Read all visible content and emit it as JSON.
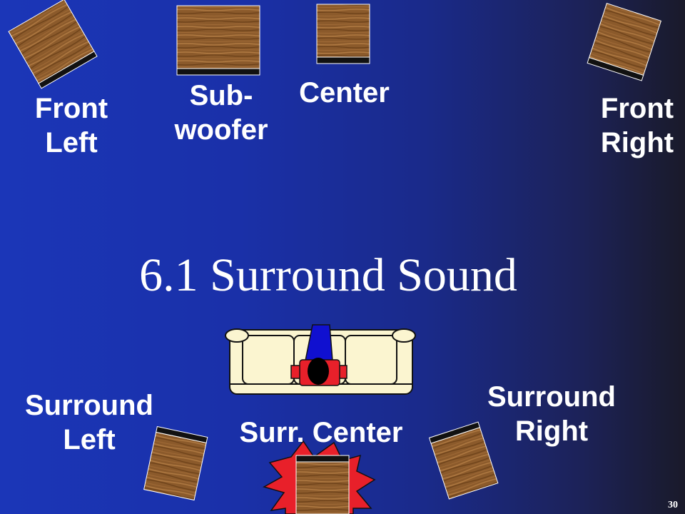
{
  "title": "6.1 Surround Sound",
  "page_number": "30",
  "speakers": {
    "front_left": {
      "line1": "Front",
      "line2": "Left"
    },
    "subwoofer": {
      "line1": "Sub-",
      "line2": "woofer"
    },
    "center": {
      "line1": "Center"
    },
    "front_right": {
      "line1": "Front",
      "line2": "Right"
    },
    "surround_left": {
      "line1": "Surround",
      "line2": "Left"
    },
    "surround_center": {
      "line1": "Surr. Center"
    },
    "surround_right": {
      "line1": "Surround",
      "line2": "Right"
    }
  },
  "colors": {
    "wood": "#8a5a2e",
    "sofa": "#fbf5d0",
    "starburst": "#e8202a",
    "listener_blue": "#1010d0",
    "listener_red": "#e8202a"
  }
}
